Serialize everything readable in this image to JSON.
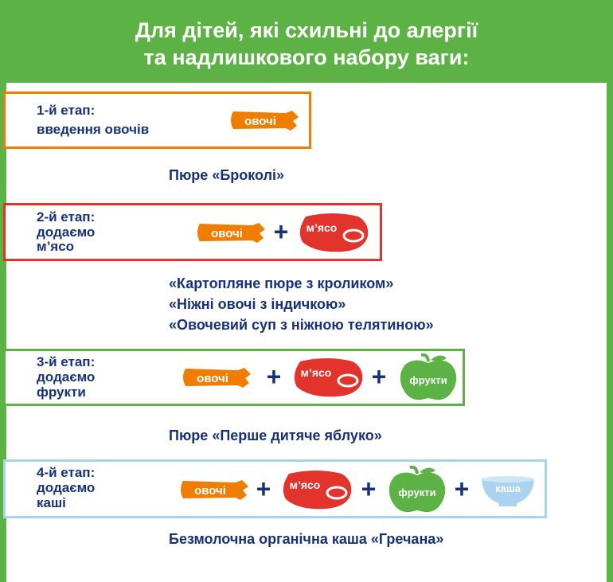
{
  "header": {
    "title_line1": "Для дітей, які схильні до алергії",
    "title_line2": "та надлишкового набору ваги:"
  },
  "colors": {
    "green": "#5db245",
    "orange": "#f07d00",
    "red": "#e2342d",
    "light_blue": "#a9d3ef",
    "navy": "#17307a"
  },
  "stage1": {
    "line1": "1-й етап:",
    "line2": "введення овочів",
    "icons": [
      "carrot-icon"
    ],
    "labels": {
      "vegetables": "овочі"
    },
    "products": [
      "Пюре «Броколі»"
    ]
  },
  "stage2": {
    "line1": "2-й етап:",
    "line2": "додаємо",
    "line3": "м’ясо",
    "icons": [
      "carrot-icon",
      "meat-icon"
    ],
    "labels": {
      "vegetables": "овочі",
      "meat": "м’ясо"
    },
    "plus": "+",
    "products": [
      "«Картопляне пюре з кроликом»",
      "«Ніжні овочі з індичкою»",
      "«Овочевий суп з ніжною телятиною»"
    ]
  },
  "stage3": {
    "line1": "3-й етап:",
    "line2": "додаємо",
    "line3": "фрукти",
    "icons": [
      "carrot-icon",
      "meat-icon",
      "apple-icon"
    ],
    "labels": {
      "vegetables": "овочі",
      "meat": "м’ясо",
      "fruits": "фрукти"
    },
    "plus": "+",
    "products": [
      "Пюре «Перше дитяче яблуко»"
    ]
  },
  "stage4": {
    "line1": "4-й етап:",
    "line2": "додаємо",
    "line3": "каші",
    "icons": [
      "carrot-icon",
      "meat-icon",
      "apple-icon",
      "bowl-icon"
    ],
    "labels": {
      "vegetables": "овочі",
      "meat": "м’ясо",
      "fruits": "фрукти",
      "porridge": "каша"
    },
    "plus": "+",
    "products": [
      "Безмолочна органічна каша «Гречана»"
    ]
  }
}
